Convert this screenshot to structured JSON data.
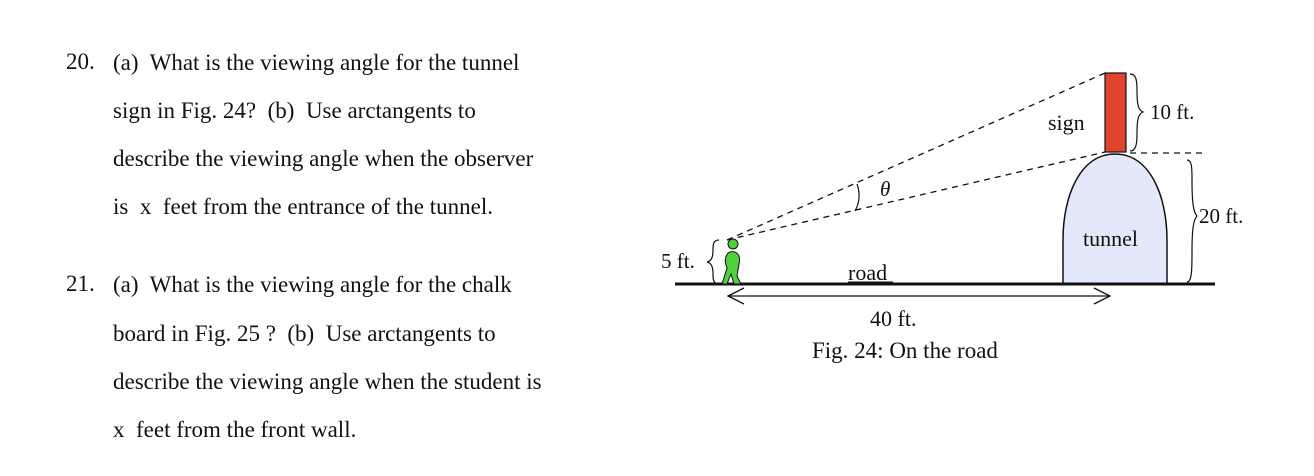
{
  "problems": [
    {
      "number": "20.",
      "lines": [
        "(a)  What is the viewing angle for the tunnel",
        "sign in Fig. 24?  (b)  Use arctangents to",
        "describe the viewing angle when the observer",
        "is  x  feet from the entrance of the tunnel."
      ]
    },
    {
      "number": "21.",
      "lines": [
        "(a)  What is the viewing angle for the chalk",
        "board in Fig. 25 ?  (b)  Use arctangents to",
        "describe the viewing angle when the student is",
        "x  feet from the front wall."
      ]
    }
  ],
  "figure": {
    "observer_height_label": "5 ft.",
    "angle_label": "θ",
    "sign_label": "sign",
    "sign_height_label": "10 ft.",
    "tunnel_label": "tunnel",
    "tunnel_height_label": "20 ft.",
    "road_label": "road",
    "distance_label": "40 ft.",
    "caption": "Fig. 24:  On the road",
    "colors": {
      "sign": "#e0442f",
      "tunnel_fill": "#e3e8fb",
      "observer": "#4fd13a"
    }
  }
}
